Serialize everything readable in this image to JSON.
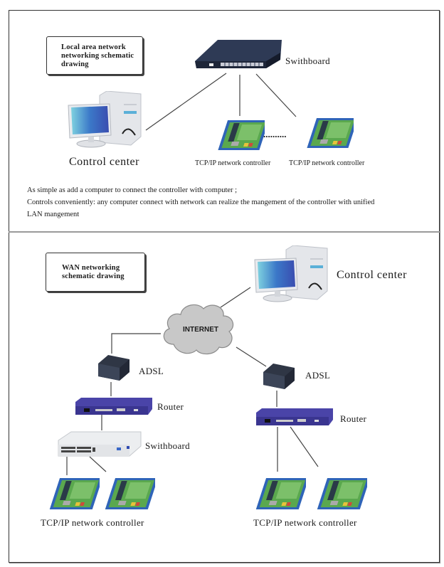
{
  "lan": {
    "title_lines": [
      "Local area network",
      "networking schematic",
      "drawing"
    ],
    "switchboard_label": "Swithboard",
    "control_center_label": "Control center",
    "controller_label_1": "TCP/IP network controller",
    "controller_label_2": "TCP/IP network controller",
    "ellipsis": "..........",
    "description": [
      "As simple as add a computer to connect the controller with computer ;",
      "Controls conveniently: any computer connect with network can realize the mangement of the controller with unified",
      "LAN mangement"
    ]
  },
  "wan": {
    "title_lines": [
      "WAN networking",
      "schematic drawing"
    ],
    "control_center_label": "Control center",
    "internet_label": "INTERNET",
    "left": {
      "adsl_label": "ADSL",
      "router_label": "Router",
      "switchboard_label": "Swithboard",
      "controller_label": "TCP/IP network controller"
    },
    "right": {
      "adsl_label": "ADSL",
      "router_label": "Router",
      "controller_label": "TCP/IP network controller"
    }
  },
  "colors": {
    "switch_dark": "#2e3a55",
    "router_purple": "#4a44a8",
    "adsl_dark": "#2f3645",
    "cloud_gray": "#c8c8c8",
    "board_green": "#5aa84e",
    "board_blue": "#2f64b8",
    "screen_blue": "#3b78c8"
  }
}
